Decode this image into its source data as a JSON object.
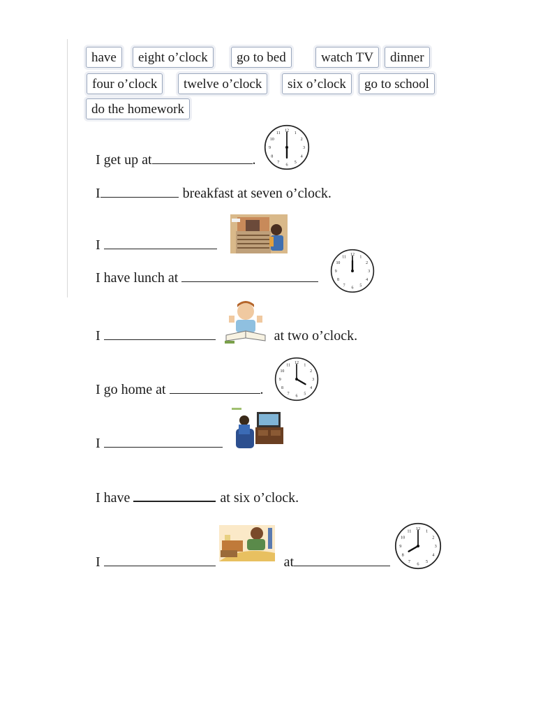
{
  "word_bank": [
    "have",
    "eight o’clock",
    "go to bed",
    "watch TV",
    "dinner",
    "four o’clock",
    "twelve o’clock",
    "six o’clock",
    "go to school",
    "do the homework"
  ],
  "sentences": {
    "s1": {
      "before": "I get up at",
      "after": "."
    },
    "s2": {
      "before": "I",
      "after": "breakfast at seven o’clock."
    },
    "s3": {
      "before": "I"
    },
    "s4": {
      "before": "I have lunch at"
    },
    "s5": {
      "before": "I",
      "after": "at two o’clock."
    },
    "s6": {
      "before": "I go home at",
      "after": "."
    },
    "s7": {
      "before": "I"
    },
    "s8": {
      "before": "I have",
      "after": "at six o’clock."
    },
    "s9": {
      "before": "I",
      "middle": "at"
    }
  },
  "clocks": [
    {
      "name": "clock-six-oclock",
      "hour": 6,
      "minute": 0
    },
    {
      "name": "clock-twelve-oclock",
      "hour": 12,
      "minute": 0
    },
    {
      "name": "clock-four-oclock",
      "hour": 4,
      "minute": 0
    },
    {
      "name": "clock-eight-oclock",
      "hour": 8,
      "minute": 0
    }
  ],
  "pictures": [
    "go-to-school-picture",
    "homework-picture",
    "watch-tv-picture",
    "go-to-bed-picture"
  ]
}
